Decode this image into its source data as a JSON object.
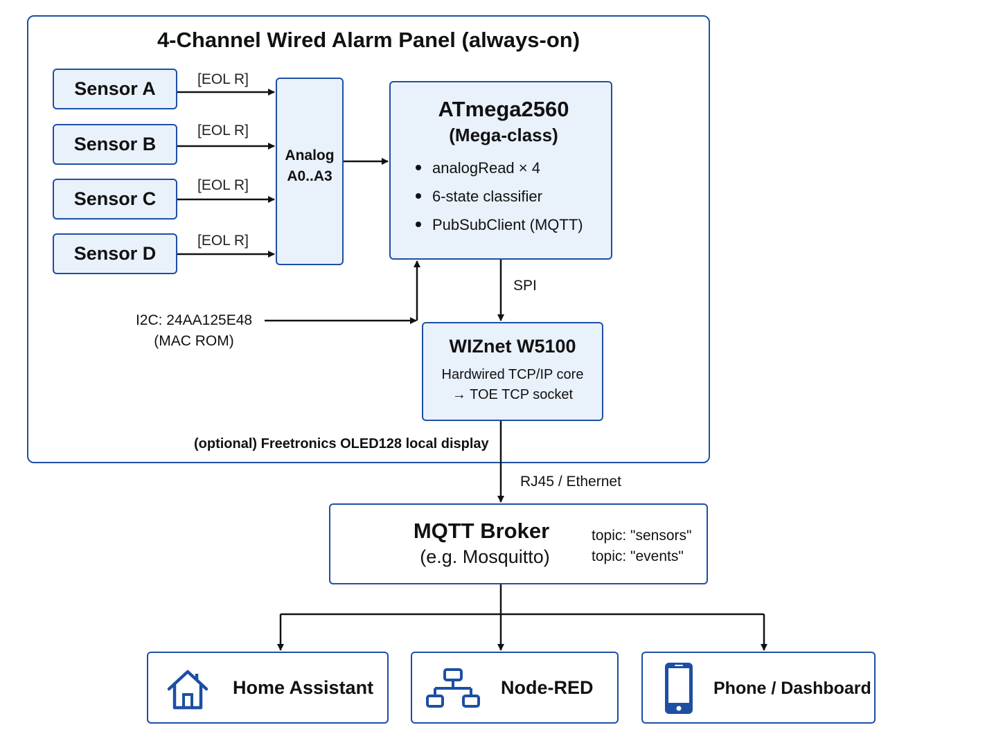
{
  "panel": {
    "title": "4-Channel Wired Alarm Panel (always-on)"
  },
  "sensors": [
    {
      "label": "Sensor A",
      "wire_label": "[EOL R]"
    },
    {
      "label": "Sensor B",
      "wire_label": "[EOL R]"
    },
    {
      "label": "Sensor C",
      "wire_label": "[EOL R]"
    },
    {
      "label": "Sensor D",
      "wire_label": "[EOL R]"
    }
  ],
  "analog": {
    "line1": "Analog",
    "line2": "A0..A3"
  },
  "mcu": {
    "title": "ATmega2560",
    "subtitle": "(Mega-class)",
    "bullets": [
      "analogRead × 4",
      "6-state classifier",
      "PubSubClient (MQTT)"
    ]
  },
  "i2c": {
    "line1": "I2C: 24AA125E48",
    "line2": "(MAC ROM)"
  },
  "spi_label": "SPI",
  "ethernet_chip": {
    "title": "WIZnet W5100",
    "line1": "Hardwired TCP/IP core",
    "line2": "→ TOE TCP socket"
  },
  "oled_note": "(optional) Freetronics OLED128 local display",
  "link_label": "RJ45 / Ethernet",
  "broker": {
    "title": "MQTT Broker",
    "subtitle": "(e.g. Mosquitto)",
    "topic1": "topic: \"sensors\"",
    "topic2": "topic: \"events\""
  },
  "consumers": [
    {
      "label": "Home Assistant",
      "icon": "home-icon"
    },
    {
      "label": "Node-RED",
      "icon": "flow-network-icon"
    },
    {
      "label": "Phone / Dashboard",
      "icon": "smartphone-icon"
    }
  ],
  "colors": {
    "box_border": "#1d4fa3",
    "box_fill": "#e9f1fb",
    "arrow": "#111111"
  }
}
